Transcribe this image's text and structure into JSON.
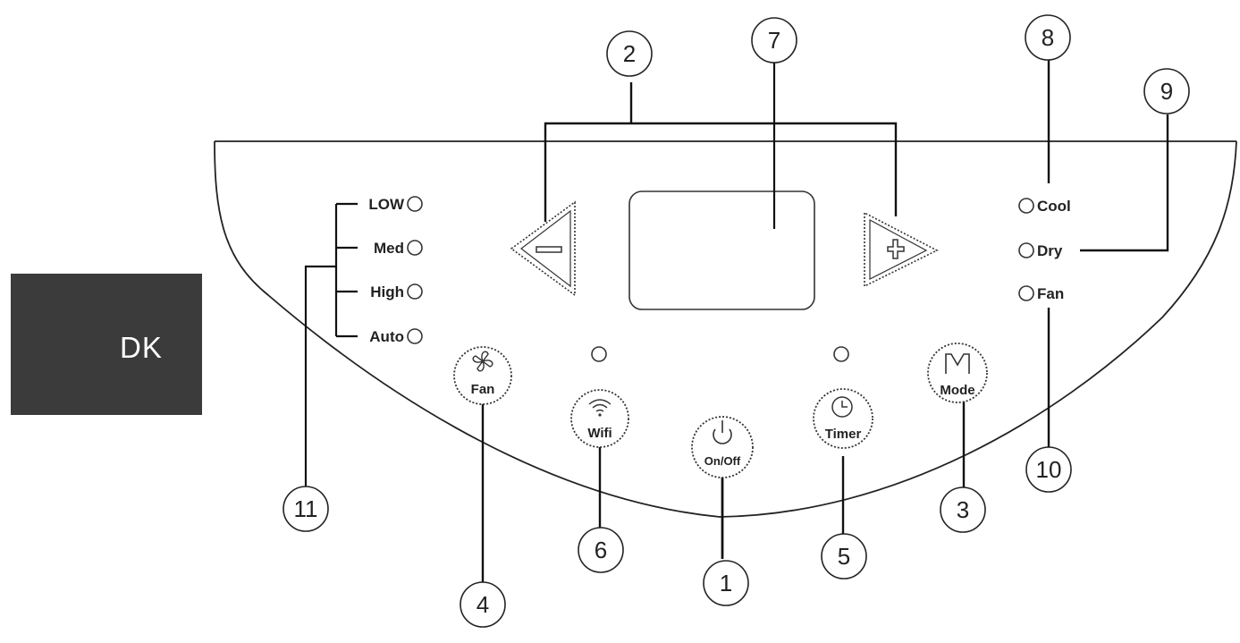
{
  "language_badge": {
    "text": "DK",
    "color": "#3b3b3b"
  },
  "fan_speed_indicators": [
    {
      "label": "LOW"
    },
    {
      "label": "Med"
    },
    {
      "label": "High"
    },
    {
      "label": "Auto"
    }
  ],
  "mode_indicators": [
    {
      "label": "Cool"
    },
    {
      "label": "Dry"
    },
    {
      "label": "Fan"
    }
  ],
  "buttons": {
    "fan": {
      "label": "Fan",
      "icon": "fan-icon"
    },
    "wifi": {
      "label": "Wifi",
      "icon": "wifi-icon"
    },
    "power": {
      "label": "On/Off",
      "icon": "power-icon"
    },
    "timer": {
      "label": "Timer",
      "icon": "clock-icon"
    },
    "mode": {
      "label": "Mode",
      "icon": "mode-m-icon"
    },
    "minus": {
      "symbol": "−"
    },
    "plus": {
      "symbol": "+"
    }
  },
  "callouts": {
    "c1": "1",
    "c2": "2",
    "c3": "3",
    "c4": "4",
    "c5": "5",
    "c6": "6",
    "c7": "7",
    "c8": "8",
    "c9": "9",
    "c10": "10",
    "c11": "11"
  }
}
